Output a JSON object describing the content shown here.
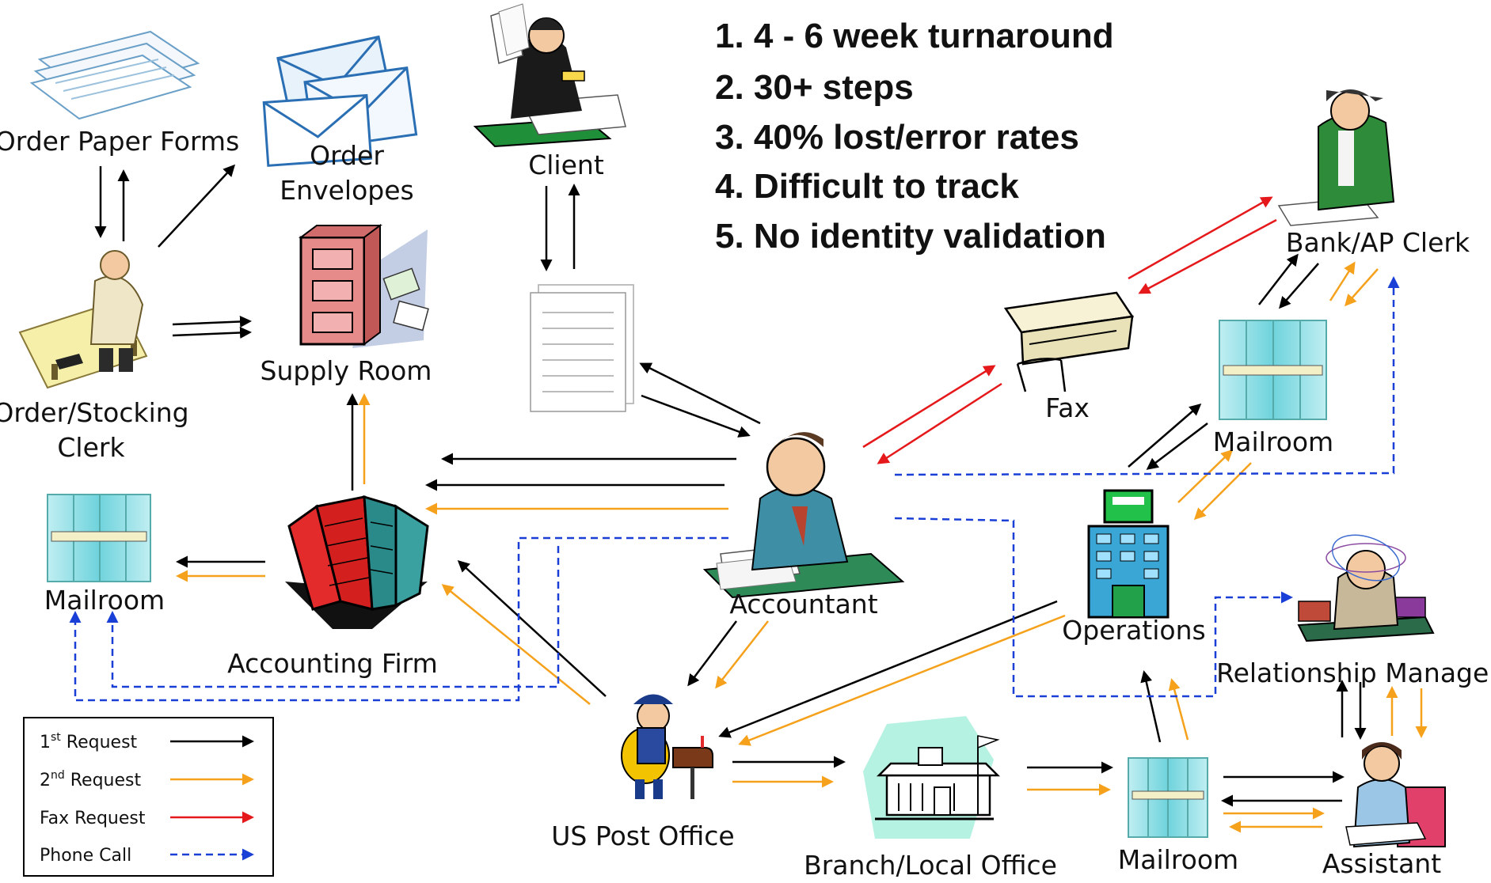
{
  "issues": [
    "1.  4 - 6 week turnaround",
    "2.  30+ steps",
    "3.  40% lost/error rates",
    "4.  Difficult to track",
    "5.  No identity validation"
  ],
  "nodes": {
    "order_paper_forms": "Order Paper Forms",
    "order_envelopes_1": "Order",
    "order_envelopes_2": "Envelopes",
    "client": "Client",
    "supply_room": "Supply Room",
    "order_clerk_1": "Order/Stocking",
    "order_clerk_2": "Clerk",
    "mailroom_left": "Mailroom",
    "accounting_firm": "Accounting Firm",
    "accountant": "Accountant",
    "fax": "Fax",
    "bank_clerk": "Bank/AP Clerk",
    "mailroom_right": "Mailroom",
    "operations": "Operations",
    "relationship_manager": "Relationship Manager",
    "us_post_office": "US Post Office",
    "branch_office": "Branch/Local Office",
    "mailroom_bottom": "Mailroom",
    "assistant": "Assistant"
  },
  "legend": {
    "first_pre": "1",
    "first_sup": "st",
    "first_post": " Request",
    "second_pre": "2",
    "second_sup": "nd",
    "second_post": " Request",
    "fax": "Fax Request",
    "phone": "Phone Call"
  },
  "colors": {
    "first_request": "#000000",
    "second_request": "#f5a11c",
    "fax_request": "#e5191b",
    "phone_call": "#1a3fd6"
  }
}
